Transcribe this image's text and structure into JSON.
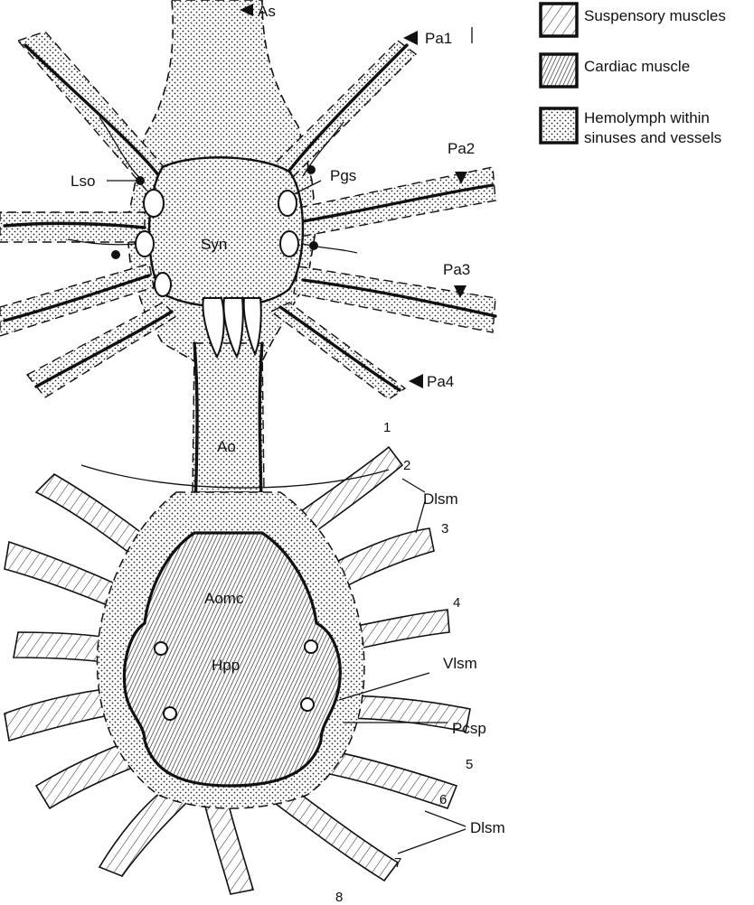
{
  "legend": {
    "items": [
      {
        "label_lines": [
          "Suspensory muscles"
        ],
        "pattern": "hatch"
      },
      {
        "label_lines": [
          "Cardiac muscle"
        ],
        "pattern": "fine-hatch"
      },
      {
        "label_lines": [
          "Hemolymph within",
          "sinuses and vessels"
        ],
        "pattern": "dots"
      }
    ]
  },
  "labels": {
    "as": "As",
    "pa1": "Pa1",
    "pa2": "Pa2",
    "pa3": "Pa3",
    "pa4": "Pa4",
    "lso": "Lso",
    "pgs": "Pgs",
    "syn": "Syn",
    "ao": "Ao",
    "aomc": "Aomc",
    "hpp": "Hpp",
    "dlsm_top": "Dlsm",
    "dlsm_bottom": "Dlsm",
    "vlsm": "Vlsm",
    "pcsp": "Pcsp",
    "n1": "1",
    "n2": "2",
    "n3": "3",
    "n4": "4",
    "n5": "5",
    "n6": "6",
    "n7": "7",
    "n8": "8"
  },
  "colors": {
    "ink": "#111111",
    "paper": "#ffffff"
  }
}
